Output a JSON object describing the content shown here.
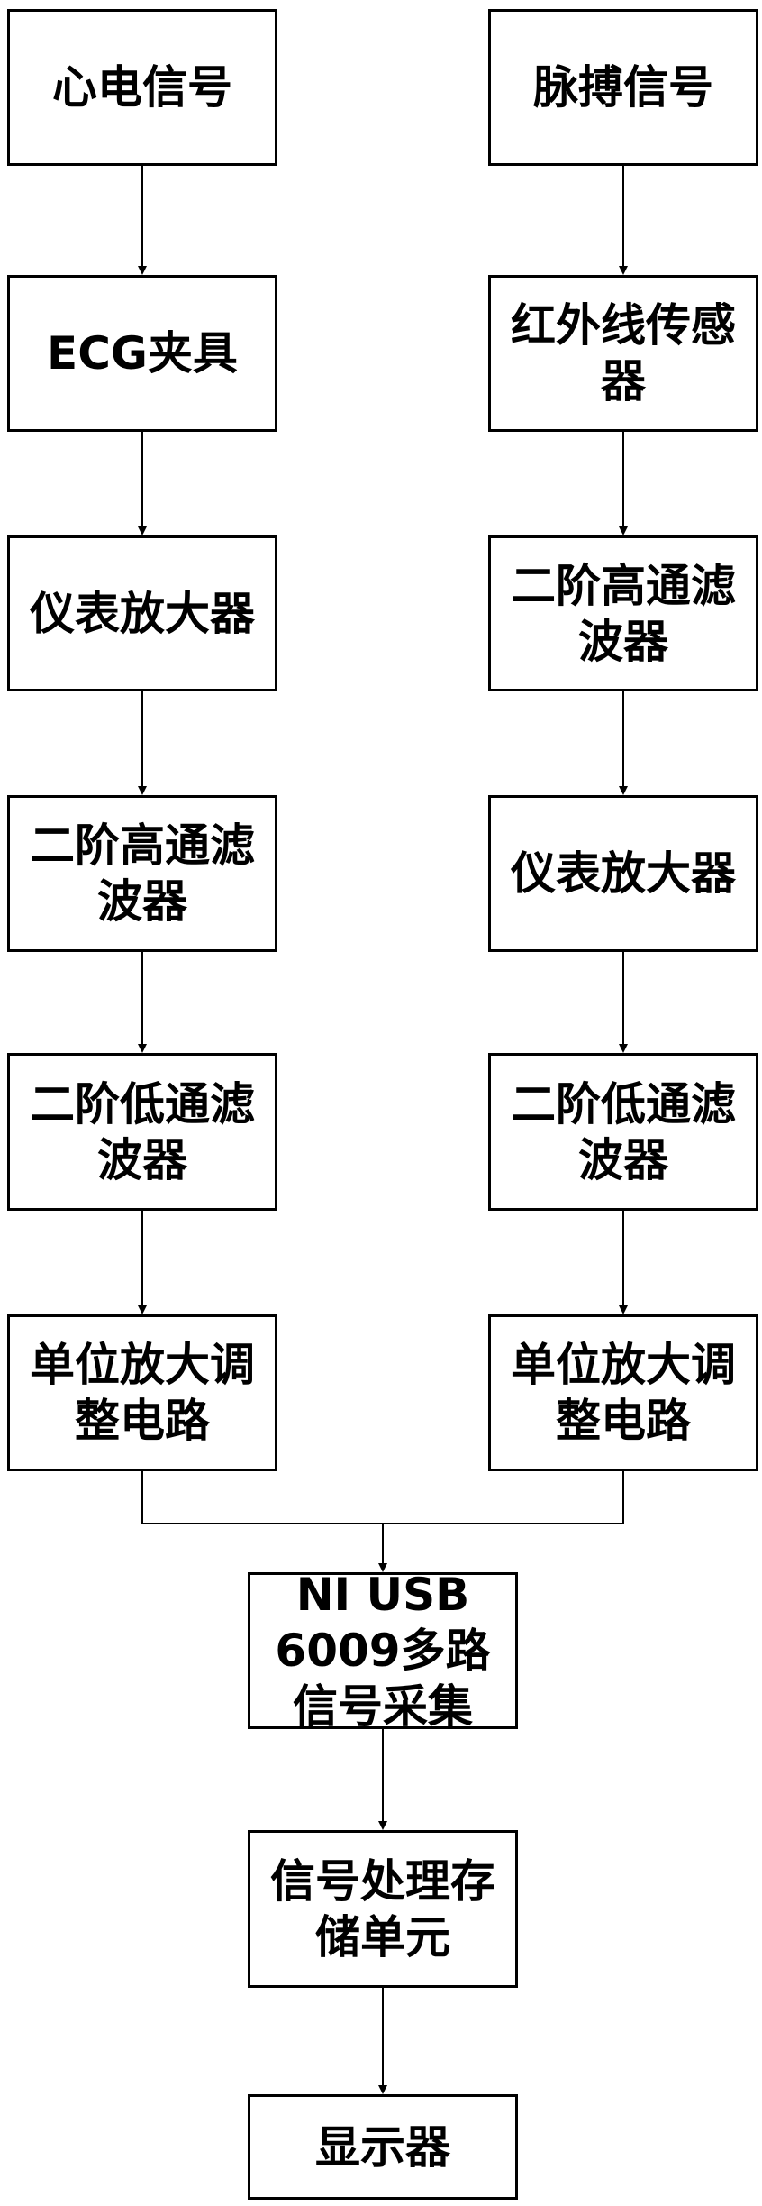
{
  "colors": {
    "stroke": "#000000",
    "fill": "#ffffff",
    "text": "#000000"
  },
  "left_chain": {
    "ecg_signal": "心电信号",
    "ecg_clamp": "ECG夹具",
    "instrument_amp": "仪表放大器",
    "highpass_filter": "二阶高通滤波器",
    "lowpass_filter": "二阶低通滤波器",
    "unity_amp": "单位放大调整电路"
  },
  "right_chain": {
    "pulse_signal": "脉搏信号",
    "ir_sensor": "红外线传感器",
    "highpass_filter": "二阶高通滤波器",
    "instrument_amp": "仪表放大器",
    "lowpass_filter": "二阶低通滤波器",
    "unity_amp": "单位放大调整电路"
  },
  "merged_chain": {
    "daq": "NI USB 6009多路信号采集",
    "processing": "信号处理存储单元",
    "display": "显示器"
  }
}
